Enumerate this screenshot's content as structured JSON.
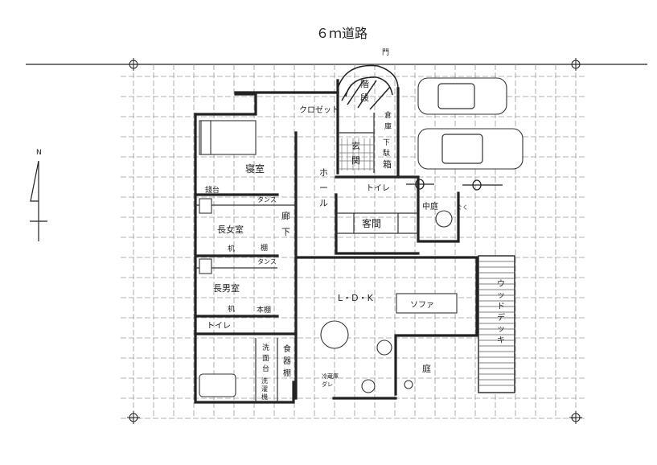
{
  "title": "６ｍ道路",
  "north": "N",
  "gate": "門",
  "rooms": {
    "stairs_v1": "階",
    "stairs_v2": "段",
    "closet": "クロゼット",
    "storage_v1": "倉",
    "storage_v2": "庫",
    "entrance_v1": "玄",
    "entrance_v2": "関",
    "shoe_box_v1": "下",
    "shoe_box_v2": "駄",
    "shoe_box_v3": "箱",
    "hall_v1": "ホ",
    "hall_v2": "ー",
    "hall_v3": "ル",
    "toilet_1": "トイレ",
    "bedroom": "寝室",
    "stove": "錢台",
    "tansu_1": "タンス",
    "corridor_v1": "廊",
    "corridor_v2": "下",
    "guest_room": "客間",
    "courtyard": "中庭",
    "rock": "ぐく",
    "eldest_daughter": "長女室",
    "desk_1": "机",
    "shelf_1": "棚",
    "tansu_2": "タンス",
    "eldest_son": "長男室",
    "desk_2": "机",
    "bookshelf": "本棚",
    "ldk": "L・D・K",
    "sofa": "ソファ",
    "wood_deck_v1": "ウ",
    "wood_deck_v2": "ッ",
    "wood_deck_v3": "ド",
    "wood_deck_v4": "デ",
    "wood_deck_v5": "ッ",
    "wood_deck_v6": "キ",
    "toilet_2": "トイレ",
    "washbasin_v1": "洗",
    "washbasin_v2": "面",
    "washbasin_v3": "台",
    "cupboard_v1": "食",
    "cupboard_v2": "器",
    "cupboard_v3": "棚",
    "laundry_v1": "洗",
    "laundry_v2": "濯",
    "laundry_v3": "機",
    "fridge_1": "冷蔵庫",
    "fridge_2": "ダレ",
    "garden": "庭"
  }
}
